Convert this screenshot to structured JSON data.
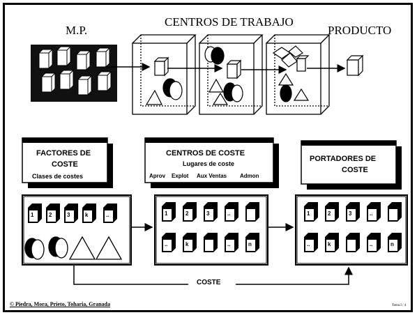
{
  "top": {
    "mp_label": "M.P.",
    "centros_label": "CENTROS DE TRABAJO",
    "producto_label": "PRODUCTO"
  },
  "bottom": {
    "factores_title": "FACTORES DE COSTE",
    "factores_line1": "FACTORES DE",
    "factores_line2": "COSTE",
    "factores_sub": "Clases de costes",
    "centros_title": "CENTROS DE COSTE",
    "centros_sub": "Lugares de coste",
    "centros_cols": [
      "Aprov",
      "Explot",
      "Aux Ventas",
      "Admon"
    ],
    "portadores_line1": "PORTADORES DE",
    "portadores_line2": "COSTE",
    "factores_cards": [
      "1",
      "2",
      "3",
      "k",
      ".."
    ],
    "centros_cards_top": [
      "1",
      "2",
      "3",
      "..",
      ""
    ],
    "centros_cards_bottom": [
      "..",
      "k",
      "",
      "..",
      "n"
    ],
    "portadores_cards_top": [
      "1",
      "2",
      "3",
      "..",
      ""
    ],
    "portadores_cards_bottom": [
      "..",
      "k",
      "",
      "..",
      "n"
    ],
    "coste_label": "COSTE"
  },
  "footer": {
    "credit": "© Piedra, Mora, Prieto, Toharia, Granada",
    "page": "Tema I / 4"
  }
}
